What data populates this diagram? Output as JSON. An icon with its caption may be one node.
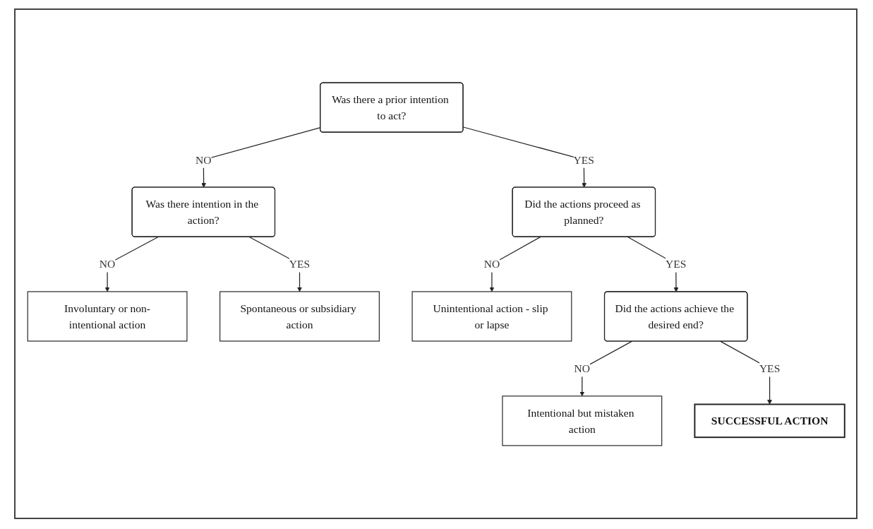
{
  "diagram": {
    "nodes": [
      {
        "text": [
          "Was there a prior intention to act?"
        ]
      },
      {
        "text": [
          "Was there intention in the action?"
        ]
      },
      {
        "text": [
          "Involuntary or non-intentional action"
        ]
      },
      {
        "text": [
          "Spontaneous or subsidiary action"
        ]
      },
      {
        "text": [
          "Did the actions proceed as planned?"
        ]
      },
      {
        "text": [
          "Unintentional action - slip or lapse"
        ]
      },
      {
        "text": [
          "Did the actions achieve the desired end?"
        ]
      },
      {
        "text": [
          "Intentional but mistaken action"
        ]
      },
      {
        "text": [
          "SUCCESSFUL ACTION"
        ]
      }
    ],
    "edges": [
      {
        "from": 0,
        "to": 1,
        "arrow": "to",
        "label": "NO"
      },
      {
        "from": 1,
        "to": 2,
        "arrow": "to",
        "label": "NO"
      },
      {
        "from": 1,
        "to": 3,
        "arrow": "to",
        "label": "YES"
      },
      {
        "from": 0,
        "to": 4,
        "arrow": "to",
        "label": "YES"
      },
      {
        "from": 4,
        "to": 5,
        "arrow": "to",
        "label": "NO"
      },
      {
        "from": 4,
        "to": 6,
        "arrow": "to",
        "label": "YES"
      },
      {
        "from": 6,
        "to": 7,
        "arrow": "to",
        "label": "NO"
      },
      {
        "from": 6,
        "to": 8,
        "arrow": "to",
        "label": "YES"
      }
    ]
  }
}
